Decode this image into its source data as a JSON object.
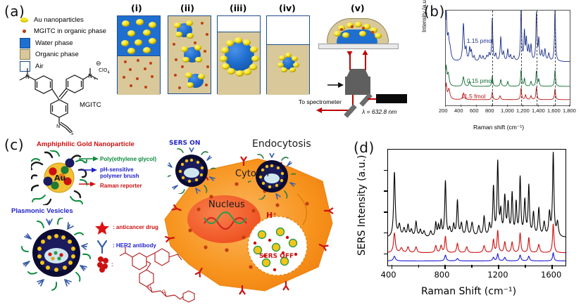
{
  "figure": {
    "panels": [
      "a",
      "b",
      "c",
      "d"
    ]
  },
  "panel_a": {
    "letter": "(a)",
    "legend": [
      {
        "label": "Au nanoparticles",
        "swatch": "aunp-icon",
        "color": "#f5e316"
      },
      {
        "label": "MGITC in organic phase",
        "swatch": "dot-icon",
        "color": "#b03a14"
      },
      {
        "label": "Water phase",
        "swatch": "square-icon",
        "color": "#1f6fd0"
      },
      {
        "label": "Organic phase",
        "swatch": "square-icon",
        "color": "#d9c89a"
      },
      {
        "label": "Air",
        "swatch": "square-icon",
        "color": "#ffffff"
      }
    ],
    "molecule_name": "MGITC",
    "counter_ion": "ClO4",
    "stages": [
      {
        "roman": "(i)"
      },
      {
        "roman": "(ii)"
      },
      {
        "roman": "(iii)"
      },
      {
        "roman": "(iv)"
      },
      {
        "roman": "(v)"
      }
    ],
    "setup": {
      "spectrometer_label": "To spectrometer",
      "laser_label": "λ = 632.8 nm"
    }
  },
  "panel_b": {
    "letter": "(b)",
    "chart_data": {
      "type": "line",
      "title": "",
      "xlabel": "Raman shift (cm⁻¹)",
      "ylabel": "Intensity (a.u.)",
      "xlim": [
        200,
        1800
      ],
      "ylim": [
        0,
        1
      ],
      "xticks": [
        200,
        400,
        600,
        800,
        1000,
        1200,
        1400,
        1600,
        1800
      ],
      "xticklabels": [
        "200",
        "400",
        "600",
        "800",
        "1,000",
        "1,200",
        "1,400",
        "1,600",
        "1,800"
      ],
      "grid": false,
      "legend_position": "inline-annotation",
      "marker_lines": [
        800,
        1172,
        1370,
        1610
      ],
      "annotations": [
        {
          "text": "1.15 pmol",
          "x": 470,
          "y": 0.72,
          "color": "#1b2f8a"
        },
        {
          "text": "0.15 pmol",
          "x": 470,
          "y": 0.3,
          "color": "#0d6b2f"
        },
        {
          "text": "11.5 fmol",
          "x": 400,
          "y": 0.13,
          "color": "#b81414"
        }
      ],
      "series": [
        {
          "name": "1.15 pmol",
          "color": "#1b2f8a",
          "baseline": 0.46,
          "peaks": [
            {
              "x": 205,
              "h": 0.52,
              "w": 9
            },
            {
              "x": 232,
              "h": 0.22,
              "w": 14
            },
            {
              "x": 255,
              "h": 0.1,
              "w": 16
            },
            {
              "x": 428,
              "h": 0.39,
              "w": 11
            },
            {
              "x": 462,
              "h": 0.12,
              "w": 10
            },
            {
              "x": 508,
              "h": 0.13,
              "w": 9
            },
            {
              "x": 530,
              "h": 0.1,
              "w": 9
            },
            {
              "x": 565,
              "h": 0.05,
              "w": 10
            },
            {
              "x": 640,
              "h": 0.06,
              "w": 12
            },
            {
              "x": 680,
              "h": 0.05,
              "w": 11
            },
            {
              "x": 730,
              "h": 0.05,
              "w": 12
            },
            {
              "x": 760,
              "h": 0.07,
              "w": 10
            },
            {
              "x": 800,
              "h": 0.45,
              "w": 8
            },
            {
              "x": 845,
              "h": 0.07,
              "w": 10
            },
            {
              "x": 910,
              "h": 0.25,
              "w": 9
            },
            {
              "x": 945,
              "h": 0.09,
              "w": 10
            },
            {
              "x": 1000,
              "h": 0.12,
              "w": 9
            },
            {
              "x": 1035,
              "h": 0.06,
              "w": 10
            },
            {
              "x": 1080,
              "h": 0.05,
              "w": 12
            },
            {
              "x": 1172,
              "h": 0.54,
              "w": 8
            },
            {
              "x": 1215,
              "h": 0.3,
              "w": 8
            },
            {
              "x": 1240,
              "h": 0.22,
              "w": 8
            },
            {
              "x": 1270,
              "h": 0.14,
              "w": 9
            },
            {
              "x": 1300,
              "h": 0.16,
              "w": 9
            },
            {
              "x": 1370,
              "h": 0.5,
              "w": 8
            },
            {
              "x": 1400,
              "h": 0.22,
              "w": 8
            },
            {
              "x": 1440,
              "h": 0.1,
              "w": 10
            },
            {
              "x": 1480,
              "h": 0.12,
              "w": 10
            },
            {
              "x": 1530,
              "h": 0.08,
              "w": 11
            },
            {
              "x": 1610,
              "h": 0.54,
              "w": 8
            }
          ]
        },
        {
          "name": "0.15 pmol",
          "color": "#0d6b2f",
          "baseline": 0.2,
          "peaks": [
            {
              "x": 205,
              "h": 0.2,
              "w": 9
            },
            {
              "x": 232,
              "h": 0.13,
              "w": 14
            },
            {
              "x": 428,
              "h": 0.1,
              "w": 11
            },
            {
              "x": 508,
              "h": 0.05,
              "w": 10
            },
            {
              "x": 800,
              "h": 0.11,
              "w": 8
            },
            {
              "x": 910,
              "h": 0.07,
              "w": 9
            },
            {
              "x": 1000,
              "h": 0.05,
              "w": 9
            },
            {
              "x": 1172,
              "h": 0.17,
              "w": 8
            },
            {
              "x": 1215,
              "h": 0.08,
              "w": 8
            },
            {
              "x": 1300,
              "h": 0.05,
              "w": 9
            },
            {
              "x": 1370,
              "h": 0.16,
              "w": 8
            },
            {
              "x": 1400,
              "h": 0.07,
              "w": 8
            },
            {
              "x": 1610,
              "h": 0.17,
              "w": 8
            }
          ]
        },
        {
          "name": "11.5 fmol",
          "color": "#b81414",
          "baseline": 0.06,
          "peaks": [
            {
              "x": 205,
              "h": 0.16,
              "w": 9
            },
            {
              "x": 240,
              "h": 0.11,
              "w": 16
            },
            {
              "x": 430,
              "h": 0.07,
              "w": 12
            },
            {
              "x": 800,
              "h": 0.08,
              "w": 8
            },
            {
              "x": 900,
              "h": 0.04,
              "w": 10
            },
            {
              "x": 1172,
              "h": 0.12,
              "w": 8
            },
            {
              "x": 1230,
              "h": 0.05,
              "w": 9
            },
            {
              "x": 1300,
              "h": 0.04,
              "w": 9
            },
            {
              "x": 1370,
              "h": 0.13,
              "w": 8
            },
            {
              "x": 1610,
              "h": 0.11,
              "w": 8
            }
          ]
        }
      ]
    }
  },
  "panel_c": {
    "letter": "(c)",
    "titles": {
      "nanoparticle": "Amphiphilic Gold Nanoparticle",
      "vesicles": "Plasmonic Vesicles"
    },
    "np_labels": [
      {
        "text": "Poly(ethylene glycol)",
        "color": "#0a8a3c"
      },
      {
        "text": "pH-sensitive\npolymer brush",
        "color": "#2222c8"
      },
      {
        "text": "Raman reporter",
        "color": "#cc1111"
      }
    ],
    "core_label": "Au",
    "legend": [
      {
        "symbol": "star-icon",
        "text": ": anticancer drug",
        "color": "#cc1111"
      },
      {
        "symbol": "antibody-icon",
        "text": ": HER2 antibody",
        "color": "#2222c8"
      },
      {
        "symbol": "reporter-icon",
        "text": ":",
        "color": "#cc1111"
      }
    ],
    "cell": {
      "sers_on": "SERS ON",
      "sers_off": "SERS OFF",
      "endocytosis": "Endocytosis",
      "cytosol": "Cytosol",
      "nucleus": "Nucleus",
      "proton": "H⁺"
    },
    "colors": {
      "sers_on": "#2222c8",
      "sers_off": "#cc1111",
      "cell_body": "#f7941e",
      "nucleus": "#f05a28"
    }
  },
  "panel_d": {
    "letter": "(d)",
    "chart_data": {
      "type": "line",
      "title": "",
      "xlabel": "Raman Shift (cm⁻¹)",
      "ylabel": "SERS Intensity (a.u.)",
      "xlim": [
        370,
        1700
      ],
      "ylim": [
        0,
        1
      ],
      "xticks": [
        400,
        800,
        1200,
        1600
      ],
      "xticklabels": [
        "400",
        "800",
        "1200",
        "1600"
      ],
      "minor_xticks": [
        600,
        1000,
        1400
      ],
      "grid": false,
      "legend_position": "none",
      "series": [
        {
          "name": "black",
          "color": "#000000",
          "baseline": 0.24,
          "peaks": [
            {
              "x": 418,
              "h": 0.56,
              "w": 7
            },
            {
              "x": 455,
              "h": 0.1,
              "w": 9
            },
            {
              "x": 490,
              "h": 0.07,
              "w": 9
            },
            {
              "x": 520,
              "h": 0.1,
              "w": 7
            },
            {
              "x": 545,
              "h": 0.06,
              "w": 8
            },
            {
              "x": 580,
              "h": 0.13,
              "w": 7
            },
            {
              "x": 612,
              "h": 0.06,
              "w": 8
            },
            {
              "x": 640,
              "h": 0.05,
              "w": 8
            },
            {
              "x": 690,
              "h": 0.05,
              "w": 8
            },
            {
              "x": 728,
              "h": 0.12,
              "w": 6
            },
            {
              "x": 748,
              "h": 0.09,
              "w": 6
            },
            {
              "x": 768,
              "h": 0.13,
              "w": 6
            },
            {
              "x": 800,
              "h": 0.48,
              "w": 6
            },
            {
              "x": 832,
              "h": 0.07,
              "w": 8
            },
            {
              "x": 862,
              "h": 0.1,
              "w": 7
            },
            {
              "x": 890,
              "h": 0.31,
              "w": 6
            },
            {
              "x": 920,
              "h": 0.11,
              "w": 8
            },
            {
              "x": 960,
              "h": 0.13,
              "w": 8
            },
            {
              "x": 1000,
              "h": 0.12,
              "w": 9
            },
            {
              "x": 1050,
              "h": 0.09,
              "w": 9
            },
            {
              "x": 1090,
              "h": 0.17,
              "w": 7
            },
            {
              "x": 1130,
              "h": 0.1,
              "w": 7
            },
            {
              "x": 1160,
              "h": 0.42,
              "w": 6
            },
            {
              "x": 1192,
              "h": 0.63,
              "w": 6
            },
            {
              "x": 1215,
              "h": 0.2,
              "w": 7
            },
            {
              "x": 1245,
              "h": 0.33,
              "w": 7
            },
            {
              "x": 1270,
              "h": 0.27,
              "w": 7
            },
            {
              "x": 1300,
              "h": 0.36,
              "w": 6
            },
            {
              "x": 1330,
              "h": 0.28,
              "w": 6
            },
            {
              "x": 1360,
              "h": 0.5,
              "w": 6
            },
            {
              "x": 1395,
              "h": 0.3,
              "w": 7
            },
            {
              "x": 1425,
              "h": 0.43,
              "w": 6
            },
            {
              "x": 1460,
              "h": 0.2,
              "w": 7
            },
            {
              "x": 1500,
              "h": 0.24,
              "w": 7
            },
            {
              "x": 1540,
              "h": 0.12,
              "w": 8
            },
            {
              "x": 1580,
              "h": 0.2,
              "w": 7
            },
            {
              "x": 1608,
              "h": 0.72,
              "w": 6
            },
            {
              "x": 1640,
              "h": 0.12,
              "w": 8
            }
          ]
        },
        {
          "name": "red",
          "color": "#cc1111",
          "baseline": 0.11,
          "peaks": [
            {
              "x": 418,
              "h": 0.17,
              "w": 8
            },
            {
              "x": 470,
              "h": 0.04,
              "w": 10
            },
            {
              "x": 520,
              "h": 0.05,
              "w": 8
            },
            {
              "x": 580,
              "h": 0.05,
              "w": 8
            },
            {
              "x": 728,
              "h": 0.06,
              "w": 7
            },
            {
              "x": 768,
              "h": 0.06,
              "w": 7
            },
            {
              "x": 800,
              "h": 0.14,
              "w": 6
            },
            {
              "x": 890,
              "h": 0.08,
              "w": 7
            },
            {
              "x": 960,
              "h": 0.05,
              "w": 8
            },
            {
              "x": 1090,
              "h": 0.06,
              "w": 8
            },
            {
              "x": 1160,
              "h": 0.11,
              "w": 6
            },
            {
              "x": 1192,
              "h": 0.19,
              "w": 6
            },
            {
              "x": 1245,
              "h": 0.09,
              "w": 7
            },
            {
              "x": 1300,
              "h": 0.09,
              "w": 7
            },
            {
              "x": 1360,
              "h": 0.17,
              "w": 6
            },
            {
              "x": 1425,
              "h": 0.13,
              "w": 6
            },
            {
              "x": 1500,
              "h": 0.07,
              "w": 8
            },
            {
              "x": 1608,
              "h": 0.25,
              "w": 6
            }
          ]
        },
        {
          "name": "blue",
          "color": "#1a1ad0",
          "baseline": 0.04,
          "peaks": [
            {
              "x": 418,
              "h": 0.04,
              "w": 9
            },
            {
              "x": 800,
              "h": 0.05,
              "w": 7
            },
            {
              "x": 890,
              "h": 0.02,
              "w": 8
            },
            {
              "x": 1160,
              "h": 0.03,
              "w": 7
            },
            {
              "x": 1192,
              "h": 0.06,
              "w": 6
            },
            {
              "x": 1245,
              "h": 0.03,
              "w": 7
            },
            {
              "x": 1360,
              "h": 0.05,
              "w": 7
            },
            {
              "x": 1425,
              "h": 0.04,
              "w": 7
            },
            {
              "x": 1608,
              "h": 0.07,
              "w": 6
            }
          ]
        }
      ]
    }
  }
}
